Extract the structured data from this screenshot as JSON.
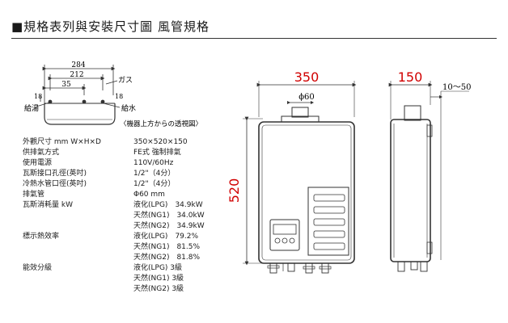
{
  "header": {
    "title": "■規格表列與安裝尺寸圖 風管規格"
  },
  "top_view": {
    "dim_284": "284",
    "dim_212": "212",
    "dim_35": "35",
    "dim_18_left": "18",
    "dim_18_right": "18",
    "label_gas": "ガス",
    "label_hot_out": "給湯",
    "label_water_in": "給水",
    "caption": "〈機器上方からの透視図〉"
  },
  "specs": [
    {
      "label": "外觀尺寸 mm W×H×D",
      "value": "350×520×150"
    },
    {
      "label": "供排氣方式",
      "value": "FE式 強制排氣"
    },
    {
      "label": "使用電源",
      "value": "110V/60Hz"
    },
    {
      "label": "瓦斯接口孔徑(英吋)",
      "value": "1/2\"（4分）"
    },
    {
      "label": "冷熱水管口徑(英吋)",
      "value": "1/2\"（4分）"
    },
    {
      "label": "排氣管",
      "value": "Φ60 mm"
    },
    {
      "label": "瓦斯消耗量 kW",
      "value": "液化(LPG)　34.9kW"
    },
    {
      "label": "",
      "value": "天然(NG1)　34.0kW"
    },
    {
      "label": "",
      "value": "天然(NG2)　34.9kW"
    },
    {
      "label": "標示熱效率",
      "value": "液化(LPG)　79.2%"
    },
    {
      "label": "",
      "value": "天然(NG1)　81.5%"
    },
    {
      "label": "",
      "value": "天然(NG2)　81.8%"
    },
    {
      "label": "能效分級",
      "value": "液化(LPG) 3級"
    },
    {
      "label": "",
      "value": "天然(NG1) 3級"
    },
    {
      "label": "",
      "value": "天然(NG2) 3級"
    }
  ],
  "front_view": {
    "width_dim": "350",
    "height_dim": "520",
    "flue_dim": "ϕ60",
    "accent": "#d10000"
  },
  "side_view": {
    "depth_dim": "150",
    "offset_dim": "10～50"
  }
}
